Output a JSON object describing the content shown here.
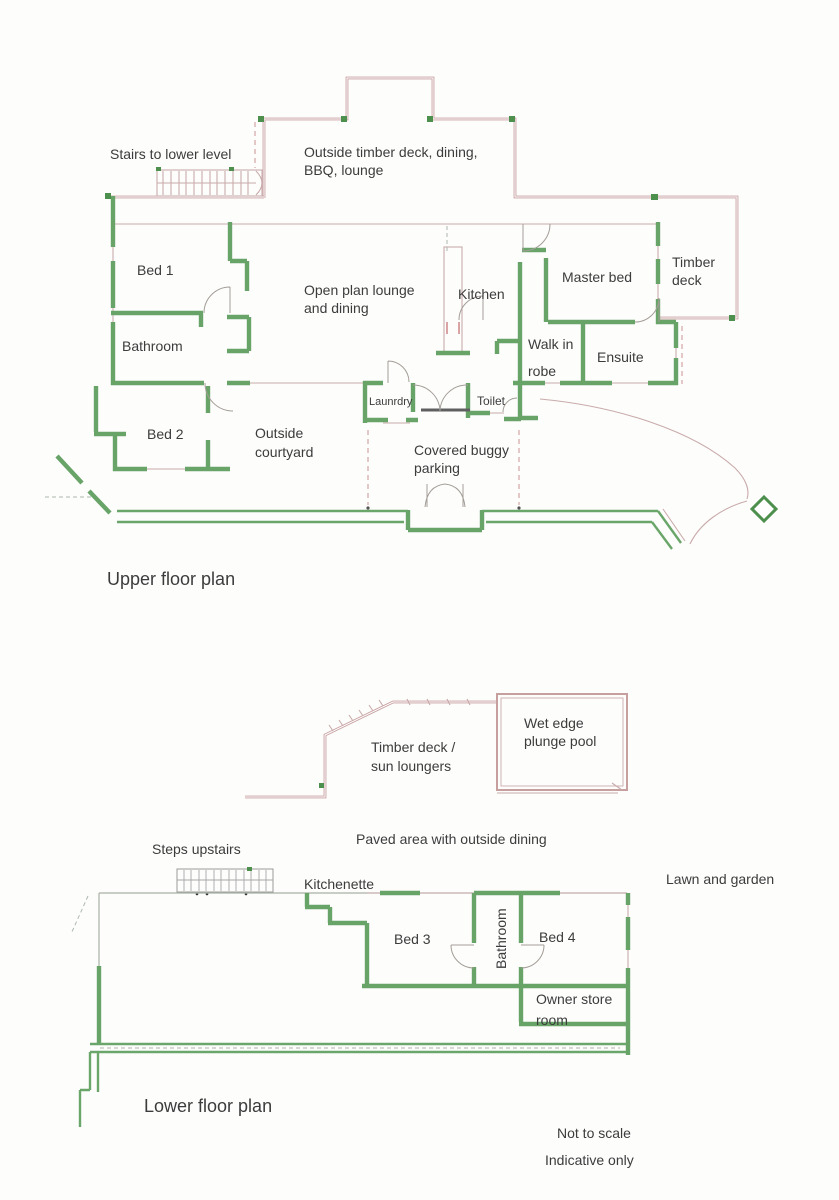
{
  "upper_plan": {
    "title": "Upper floor plan",
    "rooms": {
      "stairs_note": "Stairs to lower level",
      "outside_deck": {
        "l1": "Outside timber deck, dining,",
        "l2": "BBQ, lounge"
      },
      "bed1": "Bed 1",
      "bathroom": "Bathroom",
      "bed2": "Bed 2",
      "open_plan": {
        "l1": "Open plan lounge",
        "l2": "and dining"
      },
      "kitchen": "Kitchen",
      "master_bed": "Master bed",
      "timber_deck": {
        "l1": "Timber",
        "l2": "deck"
      },
      "walk_in_robe": {
        "l1": "Walk in",
        "l2": "robe"
      },
      "ensuite": "Ensuite",
      "laundry": "Launrdry",
      "toilet": "Toilet",
      "outside_courtyard": {
        "l1": "Outside",
        "l2": "courtyard"
      },
      "covered_buggy": {
        "l1": "Covered buggy",
        "l2": "parking"
      }
    }
  },
  "lower_plan": {
    "title": "Lower floor plan",
    "rooms": {
      "timber_deck_sun": {
        "l1": "Timber deck /",
        "l2": "sun loungers"
      },
      "wet_edge_pool": {
        "l1": "Wet edge",
        "l2": "plunge pool"
      },
      "paved_area": "Paved area with outside dining",
      "steps_upstairs": "Steps upstairs",
      "kitchenette": "Kitchenette",
      "bed3": "Bed 3",
      "bathroom": "Bathroom",
      "bed4": "Bed 4",
      "owner_store": {
        "l1": "Owner store",
        "l2": "room"
      },
      "lawn": "Lawn and garden"
    }
  },
  "notes": {
    "not_to_scale": "Not to scale",
    "indicative_only": "Indicative only"
  },
  "colors": {
    "wall_green": "#68a468",
    "deck_pink": "#c79f9f",
    "stairs_gray": "#9a9a9a",
    "text": "#3c3c3c"
  }
}
